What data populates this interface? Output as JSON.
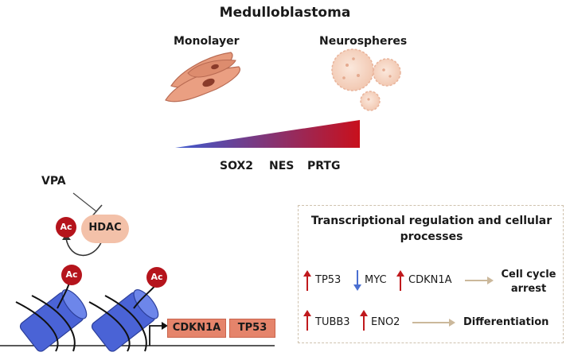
{
  "title": "Medulloblastoma",
  "culture": {
    "left_label": "Monolayer",
    "right_label": "Neurospheres"
  },
  "markers": [
    "SOX2",
    "NES",
    "PRTG"
  ],
  "drug": {
    "label": "VPA",
    "enzyme": "HDAC",
    "acetyl": "Ac"
  },
  "promoter_genes": [
    "CDKN1A",
    "TP53"
  ],
  "panel": {
    "title": "Transcriptional regulation and cellular processes",
    "rows": [
      {
        "genes": [
          {
            "name": "TP53",
            "direction": "up"
          },
          {
            "name": "MYC",
            "direction": "down"
          },
          {
            "name": "CDKN1A",
            "direction": "up"
          }
        ],
        "outcome": "Cell cycle arrest"
      },
      {
        "genes": [
          {
            "name": "TUBB3",
            "direction": "up"
          },
          {
            "name": "ENO2",
            "direction": "up"
          }
        ],
        "outcome": "Differentiation"
      }
    ]
  },
  "colors": {
    "up": "#c0191d",
    "down": "#4a6fd1",
    "nucleosome": "#4a63d6",
    "acetyl": "#b5141c",
    "hdac": "#f3c1a9",
    "gene_box": "#e5846b",
    "gradient_start": "#3d5ad0",
    "gradient_end": "#c8101c"
  }
}
